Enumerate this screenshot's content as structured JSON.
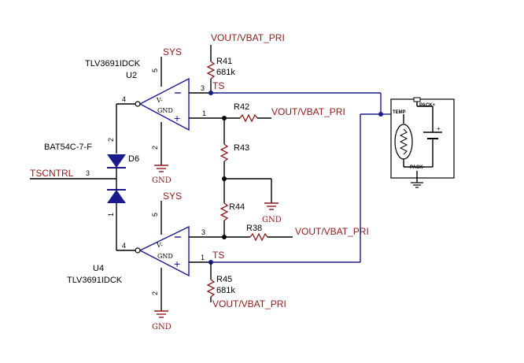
{
  "nets": {
    "vout_top": "VOUT/VBAT_PRI",
    "vout_r42": "VOUT/VBAT_PRI",
    "vout_r38": "VOUT/VBAT_PRI",
    "vout_bottom": "VOUT/VBAT_PRI",
    "sys_top": "SYS",
    "sys_bottom": "SYS",
    "ts_top": "TS",
    "ts_bottom": "TS",
    "tscntrl": "TSCNTRL",
    "gnd1": "GND",
    "gnd2": "GND",
    "gnd3": "GND"
  },
  "components": {
    "u2_part": "TLV3691IDCK",
    "u2_ref": "U2",
    "u4_part": "TLV3691IDCK",
    "u4_ref": "U4",
    "d6_part": "BAT54C-7-F",
    "d6_ref": "D6",
    "r41_ref": "R41",
    "r41_val": "681k",
    "r42_ref": "R42",
    "r43_ref": "R43",
    "r44_ref": "R44",
    "r38_ref": "R38",
    "r45_ref": "R45",
    "r45_val": "681k",
    "ic_vminus": "V-",
    "ic_gnd": "GND",
    "battery_temp": "TEMP",
    "battery_packp": "PACK+",
    "battery_packm": "PACK-",
    "battery_plus": "+"
  },
  "pins": {
    "u2_pin5": "5",
    "u2_pin3": "3",
    "u2_pin4": "4",
    "u2_pin1": "1",
    "u2_pin2": "2",
    "u4_pin5": "5",
    "u4_pin3": "3",
    "u4_pin4": "4",
    "u4_pin1": "1",
    "u4_pin2": "2",
    "d6_pin2": "2",
    "d6_pin1": "1",
    "d6_pin3": "3"
  }
}
